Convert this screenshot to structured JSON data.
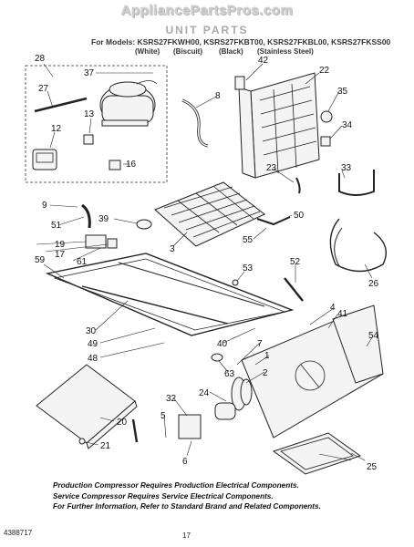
{
  "header": {
    "site": "AppliancePartsPros.com"
  },
  "diagram": {
    "title": "UNIT PARTS",
    "models_label": "For Models: KSRS27FKWH00, KSRS27FKBT00, KSRS27FKBL00, KSRS27FKSS00",
    "colors": [
      "(White)",
      "(Biscuit)",
      "(Black)",
      "(Stainless Steel)"
    ],
    "callouts": [
      "28",
      "37",
      "27",
      "13",
      "12",
      "16",
      "42",
      "22",
      "35",
      "8",
      "34",
      "33",
      "23",
      "9",
      "51",
      "39",
      "19",
      "17",
      "61",
      "59",
      "3",
      "50",
      "55",
      "53",
      "52",
      "26",
      "30",
      "49",
      "48",
      "40",
      "4",
      "41",
      "54",
      "1",
      "63",
      "7",
      "2",
      "32",
      "24",
      "5",
      "6",
      "20",
      "21",
      "25"
    ],
    "notes": [
      "Production Compressor Requires Production Electrical Components.",
      "Service Compressor Requires Service Electrical Components.",
      "For Further Information, Refer to Standard Brand and Related Components."
    ],
    "part_number": "4388717",
    "page_number": "17"
  }
}
